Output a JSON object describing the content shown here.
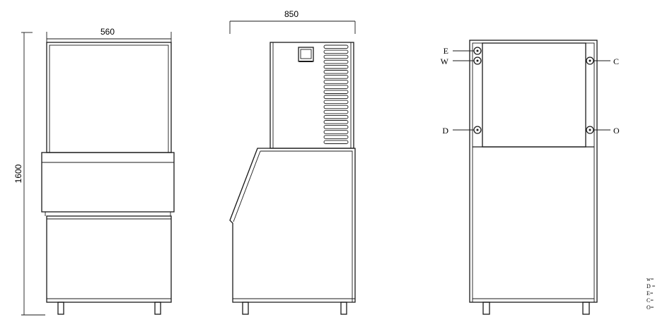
{
  "dimensions": {
    "width": "560",
    "depth": "850",
    "height": "1600"
  },
  "connections": {
    "E": "E",
    "W": "W",
    "D": "D",
    "C": "C",
    "O": "O"
  },
  "legend": [
    "w=",
    "D =",
    "E=",
    "C=",
    "O="
  ],
  "colors": {
    "line": "#1a1a1a",
    "background": "#ffffff"
  }
}
